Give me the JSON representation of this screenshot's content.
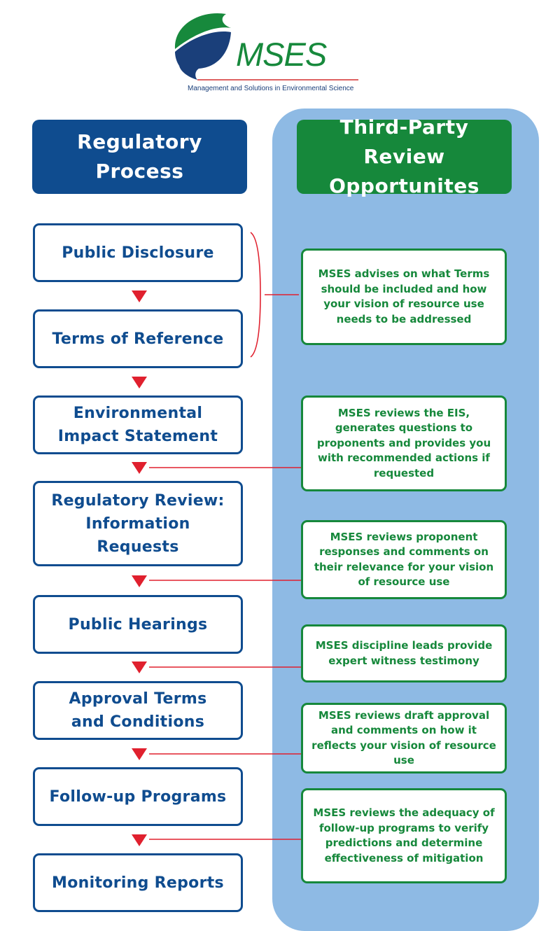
{
  "logo": {
    "name": "MSES",
    "tagline": "Management and Solutions in Environmental Science",
    "colors": {
      "green": "#17893c",
      "blue": "#1a3f7a",
      "red": "#d32f2f"
    }
  },
  "columns": {
    "left_header": "Regulatory\nProcess",
    "right_header": "Third-Party Review\nOpportunites"
  },
  "steps": [
    {
      "label": "Public Disclosure"
    },
    {
      "label": "Terms of Reference"
    },
    {
      "label": "Environmental\nImpact Statement"
    },
    {
      "label": "Regulatory Review:\nInformation\nRequests"
    },
    {
      "label": "Public Hearings"
    },
    {
      "label": "Approval Terms\nand Conditions"
    },
    {
      "label": "Follow-up Programs"
    },
    {
      "label": "Monitoring Reports"
    }
  ],
  "reviews": [
    {
      "text": "MSES advises on what Terms should be included and how your vision of resource use needs to be addressed"
    },
    {
      "text": "MSES reviews the EIS, generates questions to proponents and provides you with recommended actions if requested"
    },
    {
      "text": "MSES reviews proponent responses and comments on their relevance for your vision of resource use"
    },
    {
      "text": "MSES discipline leads provide expert witness testimony"
    },
    {
      "text": "MSES reviews draft approval and comments on how it reflects your vision of resource use"
    },
    {
      "text": "MSES reviews the adequacy of follow-up programs to verify predictions and determine effectiveness of mitigation"
    }
  ],
  "colors": {
    "regulatory_blue": "#0f4c8f",
    "review_green": "#16883b",
    "panel_blue": "#8ebae4",
    "arrow_red": "#e0202e"
  }
}
